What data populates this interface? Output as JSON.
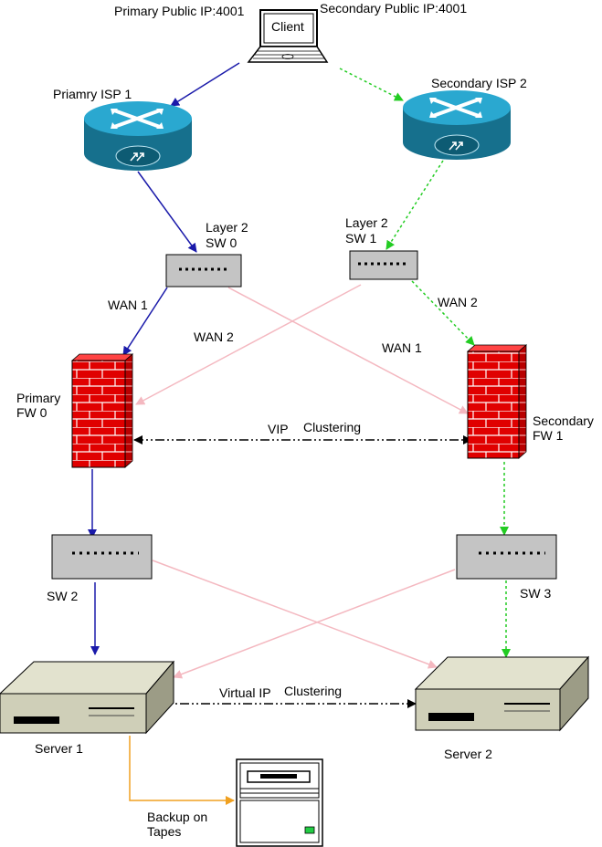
{
  "labels": {
    "primary_public_ip": "Primary Public IP:4001",
    "secondary_public_ip": "Secondary Public IP:4001",
    "client": "Client",
    "isp1": "Priamry ISP 1",
    "isp2": "Secondary ISP 2",
    "sw0_line1": "Layer 2",
    "sw0_line2": "SW 0",
    "sw1_line1": "Layer 2",
    "sw1_line2": "SW 1",
    "wan1_left": "WAN 1",
    "wan2_left": "WAN 2",
    "wan1_right": "WAN 1",
    "wan2_right": "WAN 2",
    "fw0_line1": "Primary",
    "fw0_line2": "FW 0",
    "fw1_line1": "Secondary",
    "fw1_line2": "FW 1",
    "vip": "VIP",
    "clustering_fw": "Clustering",
    "sw2": "SW 2",
    "sw3": "SW 3",
    "virtual_ip": "Virtual IP",
    "clustering_srv": "Clustering",
    "server1": "Server 1",
    "server2": "Server 2",
    "backup_line1": "Backup on",
    "backup_line2": "Tapes"
  },
  "colors": {
    "primary_link": "#1a1aaa",
    "secondary_link": "#22cc22",
    "cross_link": "#f4b8c0",
    "backup_link": "#f0a020",
    "router": "#1e8fb0",
    "firewall": "#dd0000",
    "switch": "#c0c0c0",
    "server": "#cfcfb8"
  }
}
